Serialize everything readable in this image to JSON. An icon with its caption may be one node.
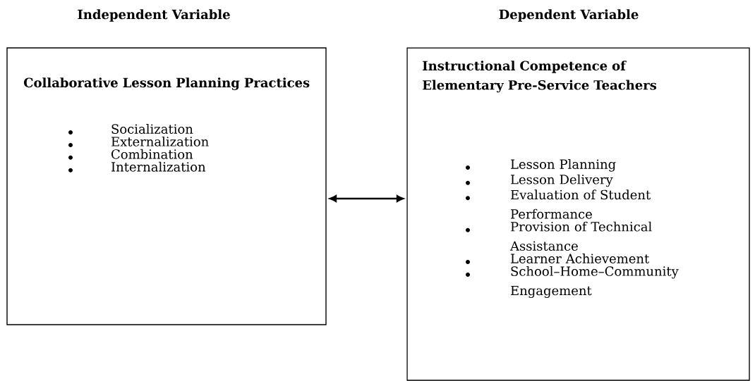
{
  "diagram": {
    "nodes": [
      {
        "text": [
          "Independent Variable",
          "Collaborative Lesson Planning Practices",
          "Socialization",
          "Externalization",
          "Combination",
          "Internalization"
        ]
      },
      {
        "text": [
          "Dependent Variable",
          "Instructional Competence of Elementary Pre-Service Teachers",
          "Lesson Planning",
          "Lesson Delivery",
          "Evaluation of Student Performance",
          "Provision of Technical Assistance",
          "Learner Achievement",
          "School–Home–Community Engagement"
        ]
      }
    ],
    "edges": [
      {
        "from": 0,
        "to": 1,
        "arrow": "both"
      }
    ]
  }
}
